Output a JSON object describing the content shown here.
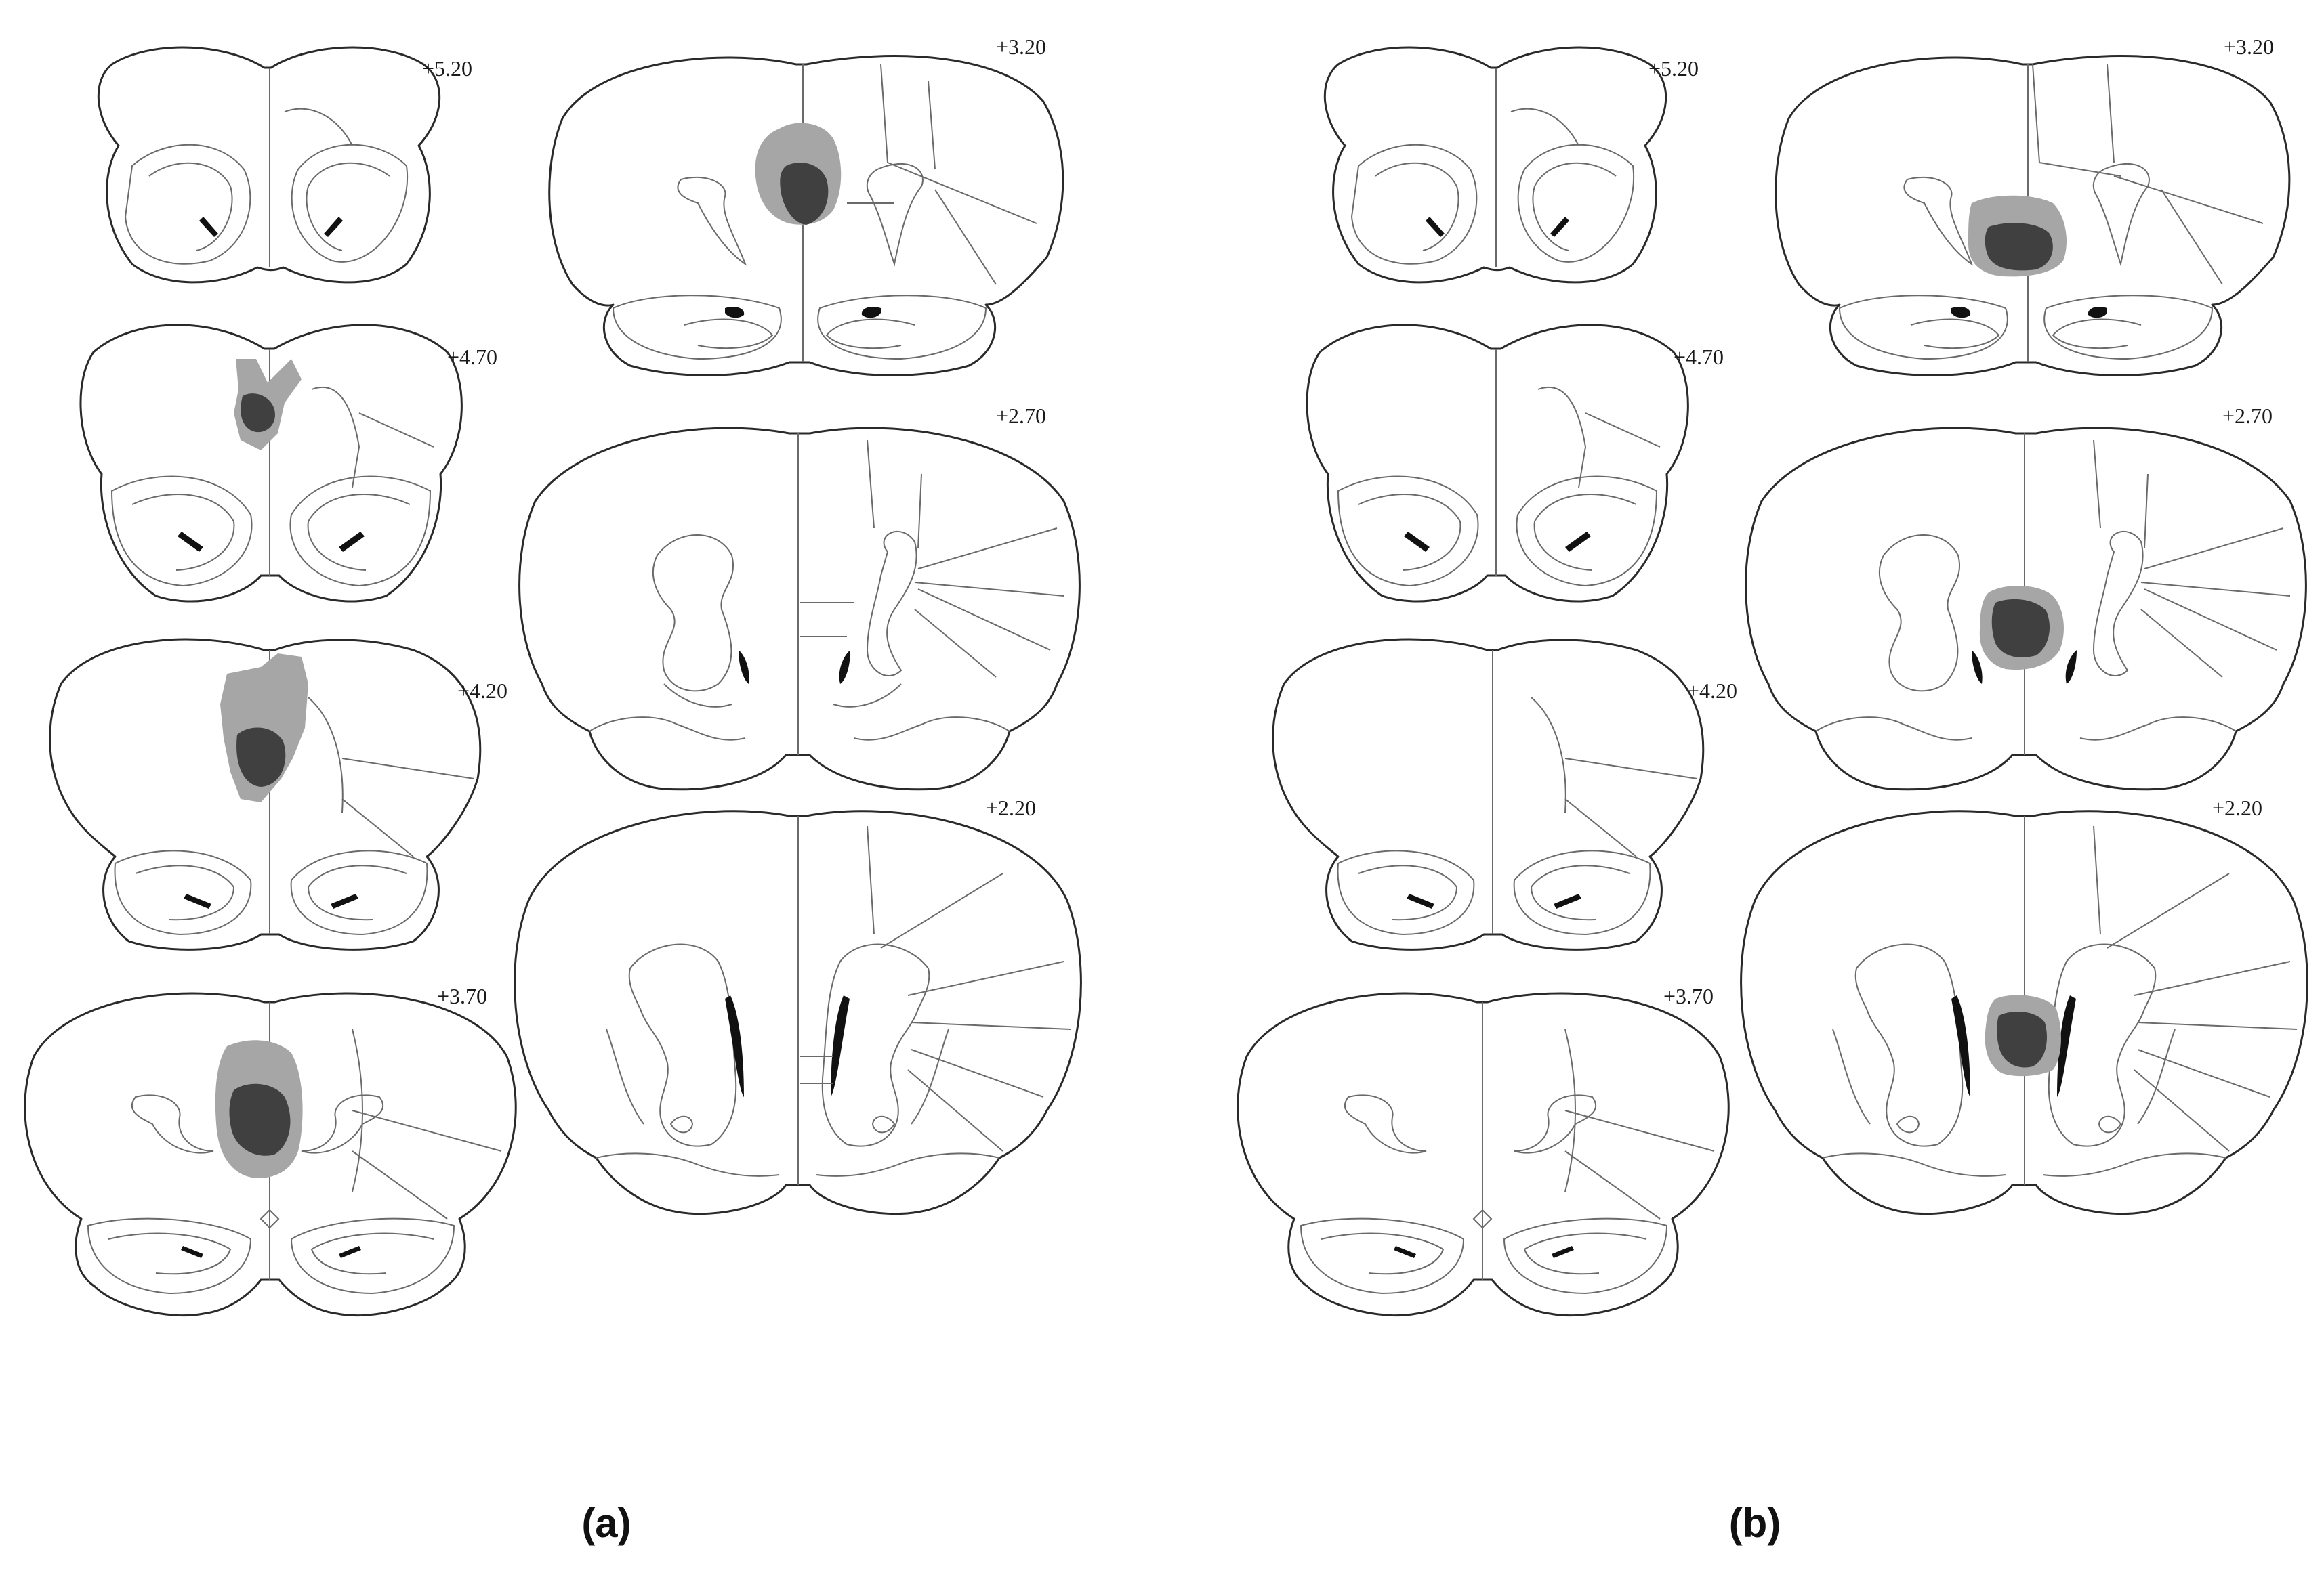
{
  "panels": [
    {
      "label": "(a)",
      "sections": [
        {
          "id": "a-5.20",
          "coord": "+5.20",
          "lesion": false
        },
        {
          "id": "a-4.70",
          "coord": "+4.70",
          "lesion": true
        },
        {
          "id": "a-4.20",
          "coord": "+4.20",
          "lesion": true
        },
        {
          "id": "a-3.70",
          "coord": "+3.70",
          "lesion": true
        },
        {
          "id": "a-3.20",
          "coord": "+3.20",
          "lesion": true
        },
        {
          "id": "a-2.70",
          "coord": "+2.70",
          "lesion": false
        },
        {
          "id": "a-2.20",
          "coord": "+2.20",
          "lesion": false
        }
      ]
    },
    {
      "label": "(b)",
      "sections": [
        {
          "id": "b-5.20",
          "coord": "+5.20",
          "lesion": false
        },
        {
          "id": "b-4.70",
          "coord": "+4.70",
          "lesion": false
        },
        {
          "id": "b-4.20",
          "coord": "+4.20",
          "lesion": false
        },
        {
          "id": "b-3.70",
          "coord": "+3.70",
          "lesion": false
        },
        {
          "id": "b-3.20",
          "coord": "+3.20",
          "lesion": true
        },
        {
          "id": "b-2.70",
          "coord": "+2.70",
          "lesion": true
        },
        {
          "id": "b-2.20",
          "coord": "+2.20",
          "lesion": true
        }
      ]
    }
  ],
  "colors": {
    "outline": "#2a2a2a",
    "lesion_max": "#a6a6a6",
    "lesion_min": "#404040",
    "ventricle": "#111111"
  }
}
